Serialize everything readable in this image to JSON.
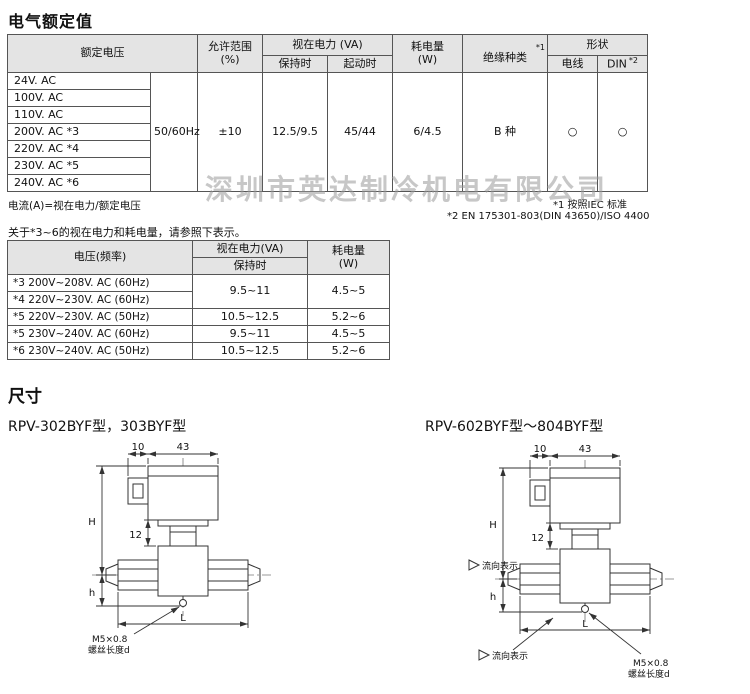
{
  "page": {
    "title": "电气额定值",
    "watermark": "深圳市英达制冷机电有限公司"
  },
  "ratings_table": {
    "h_voltage": "额定电压",
    "h_range": "允许范围\n(%)",
    "h_va": "视在电力 (VA)",
    "h_holding": "保持时",
    "h_starting": "起动时",
    "h_power": "耗电量\n(W)",
    "h_insulation_sup": "*1",
    "h_insulation": "绝缘种类",
    "h_shape": "形状",
    "h_wire": "电线",
    "h_din": "DIN",
    "h_din_sup": "*2",
    "voltages": [
      "24V. AC",
      "100V. AC",
      "110V. AC",
      "200V. AC *3",
      "220V. AC *4",
      "230V. AC *5",
      "240V. AC *6"
    ],
    "frequency": "50/60Hz",
    "range": "±10",
    "holding": "12.5/9.5",
    "starting": "45/44",
    "power": "6/4.5",
    "insulation": "B 种",
    "wire_mark": "○",
    "din_mark": "○"
  },
  "notes": {
    "formula": "电流(A)=视在电力/额定电压",
    "note1": "*1 按照IEC 标准",
    "note2": "*2 EN 175301-803(DIN 43650)/ISO 4400",
    "ref": "关于*3~6的视在电力和耗电量，请参照下表示。"
  },
  "sub_table": {
    "h_voltage": "电压(频率)",
    "h_va": "视在电力(VA)",
    "h_holding": "保持时",
    "h_power": "耗电量\n(W)",
    "merged_va": "9.5~11",
    "merged_w": "4.5~5",
    "rows": [
      {
        "label": "*3  200V~208V. AC  (60Hz)"
      },
      {
        "label": "*4  220V~230V. AC  (60Hz)"
      },
      {
        "label": "*5  220V~230V. AC  (50Hz)",
        "va": "10.5~12.5",
        "w": "5.2~6"
      },
      {
        "label": "*5  230V~240V. AC  (60Hz)",
        "va": "9.5~11",
        "w": "4.5~5"
      },
      {
        "label": "*6  230V~240V. AC  (50Hz)",
        "va": "10.5~12.5",
        "w": "5.2~6"
      }
    ]
  },
  "dimensions": {
    "title": "尺寸",
    "left_model": "RPV-302BYF型，303BYF型",
    "right_model": "RPV-602BYF型～804BYF型",
    "labels": {
      "d10": "10",
      "d43": "43",
      "H": "H",
      "d12": "12",
      "h": "h",
      "L": "L",
      "screw": "M5×0.8",
      "screw_len": "螺丝长度d",
      "flow": "流向表示"
    }
  }
}
